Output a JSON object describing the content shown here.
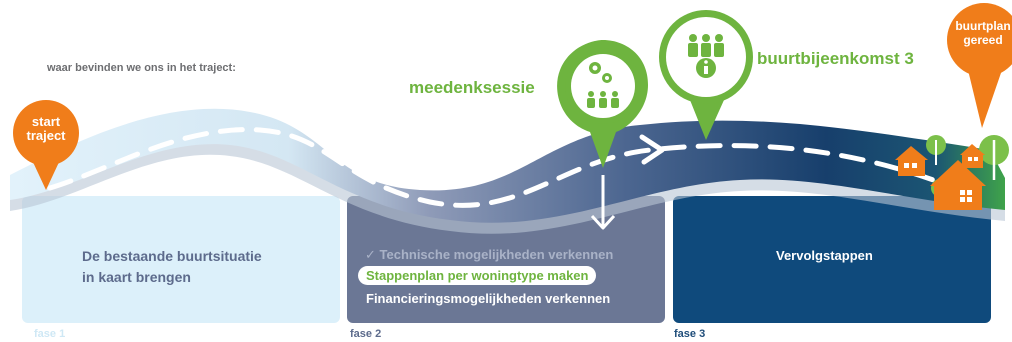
{
  "intro_text": "waar bevinden we ons in het traject:",
  "start_pin": {
    "line1": "start",
    "line2": "traject",
    "color": "#f07d1a"
  },
  "end_pin": {
    "line1": "buurtplan",
    "line2": "gereed",
    "color": "#f07d1a"
  },
  "milestones": [
    {
      "label": "meedenksessie",
      "icon": "gears-people-icon"
    },
    {
      "label": "buurtbijeenkomst 3",
      "icon": "people-info-icon"
    }
  ],
  "phases": [
    {
      "fase_label": "fase 1",
      "lines": [
        "De bestaande buurtsituatie",
        "in kaart brengen"
      ],
      "color": "#dcf0fa"
    },
    {
      "fase_label": "fase 2",
      "done_item": "✓ Technische mogelijkheden verkennen",
      "current_item": "Stappenplan per woningtype maken",
      "next_item": "Financieringsmogelijkheden verkennen",
      "color": "#6b7795"
    },
    {
      "fase_label": "fase 3",
      "text": "Vervolgstappen",
      "color": "#0f4a7c"
    }
  ],
  "colors": {
    "accent_green": "#6eb43f",
    "accent_orange": "#f07d1a",
    "road_dark": "#0f4a7c",
    "road_light": "#e2f2fb"
  }
}
